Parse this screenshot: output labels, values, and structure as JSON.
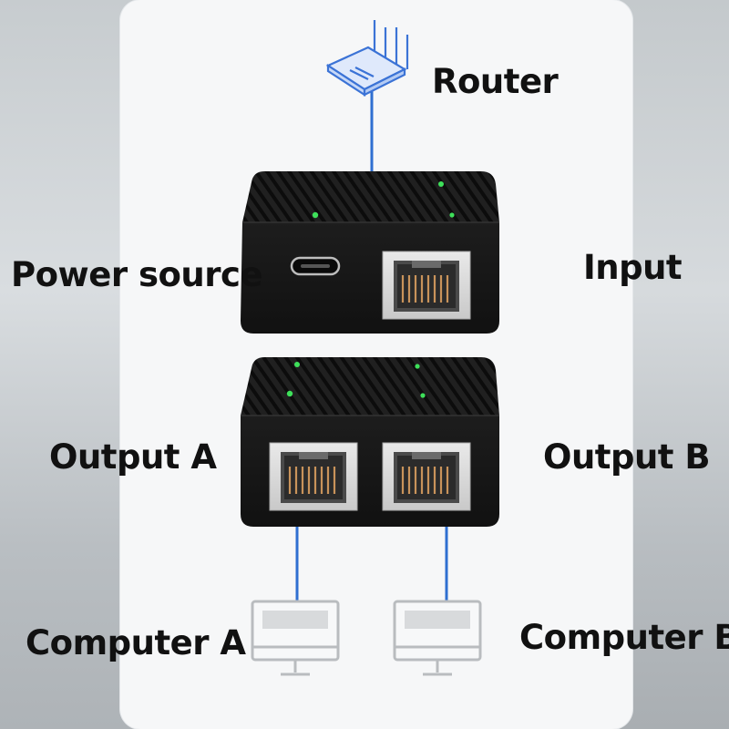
{
  "labels": {
    "router": "Router",
    "input": "Input",
    "power_source": "Power source",
    "output_a": "Output A",
    "output_b": "Output B",
    "computer_a": "Computer A",
    "computer_b": "Computer B"
  },
  "colors": {
    "cable": "#2f6fd1",
    "device_body": "#1a1a1a",
    "led": "#3ee05a",
    "icon_blue": "#4f83e0"
  },
  "icons": [
    "router-icon",
    "computer-icon",
    "ethernet-port",
    "usb-c-port"
  ]
}
